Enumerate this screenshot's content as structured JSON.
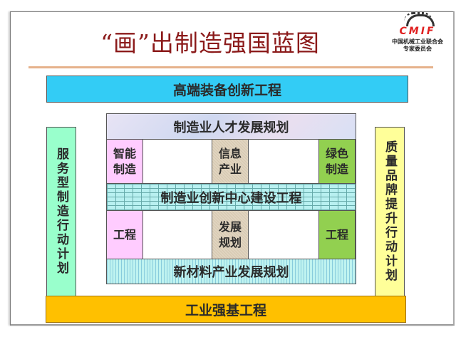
{
  "title": "“画”出制造强国蓝图",
  "logo": {
    "brand": "CMIF",
    "org_line1": "中国机械工业联合会",
    "org_line2": "专家委员会"
  },
  "diagram": {
    "top_bar": "高端装备创新工程",
    "bottom_bar": "工业强基工程",
    "left_pillar": "服务型制造行动计划",
    "right_pillar": "质量品牌提升行动计划",
    "band_top": "制造业人才发展规划",
    "band_middle": "制造业创新中心建设工程",
    "band_bottom": "新材料产业发展规划",
    "columns": {
      "pink": {
        "upper_line1": "智能",
        "upper_line2": "制造",
        "lower": "工程"
      },
      "tan": {
        "upper_line1": "信息",
        "upper_line2": "产业",
        "lower_line1": "发展",
        "lower_line2": "规划"
      },
      "green": {
        "upper_line1": "绿色",
        "upper_line2": "制造",
        "lower": "工程"
      }
    },
    "colors": {
      "top_bar": "#33ccf5",
      "bottom_bar": "#ffc000",
      "left_pillar": "#99ffcc",
      "right_pillar": "#ffff99",
      "pink": "#ffccff",
      "tan": "#e0d4c0",
      "green": "#92d050",
      "title": "#8b1a1a"
    }
  }
}
